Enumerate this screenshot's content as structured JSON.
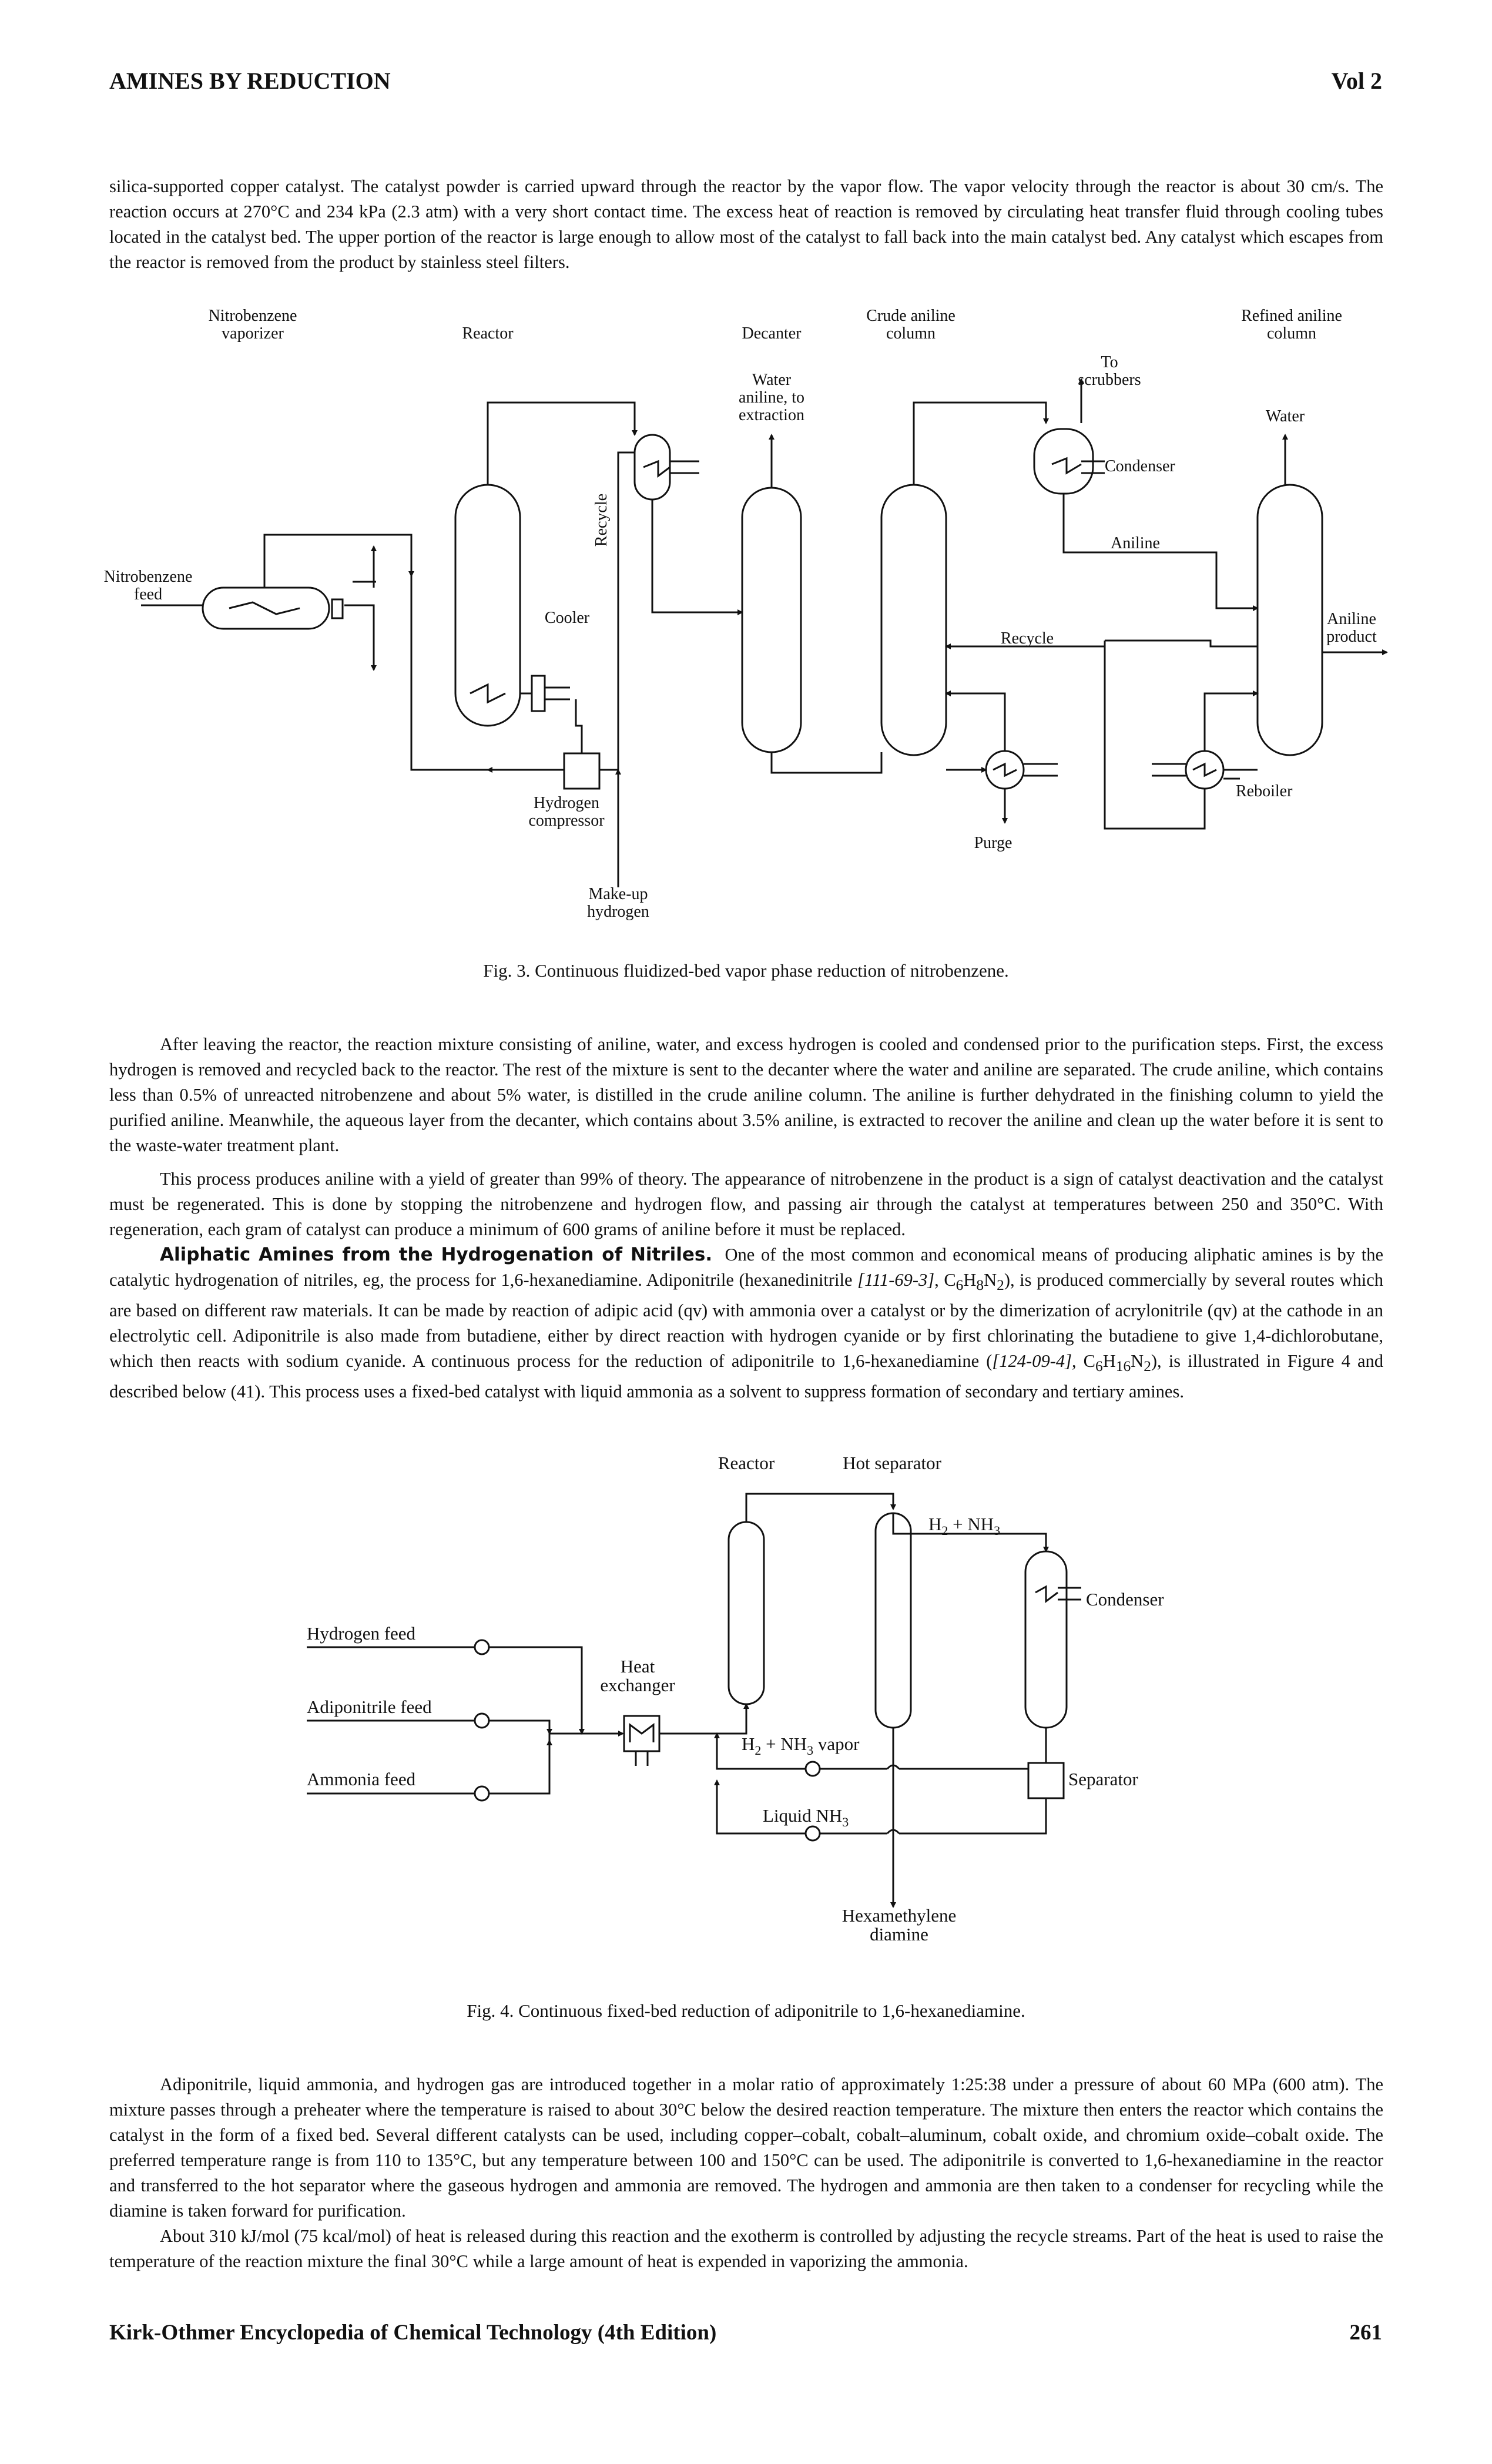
{
  "header": {
    "left": "AMINES BY REDUCTION",
    "right": "Vol 2"
  },
  "paragraphs": {
    "p1": "silica-supported copper catalyst. The catalyst powder is carried upward through the reactor by the vapor flow. The vapor velocity through the reactor is about 30 cm/s. The reaction occurs at 270°C and 234 kPa (2.3 atm) with a very short contact time. The excess heat of reaction is removed by circulating heat transfer fluid through cooling tubes located in the catalyst bed. The upper portion of the reactor is large enough to allow most of the catalyst to fall back into the main catalyst bed. Any catalyst which escapes from the reactor is removed from the product by stainless steel filters.",
    "p2": "After leaving the reactor, the reaction mixture consisting of aniline, water, and excess hydrogen is cooled and condensed prior to the purification steps. First, the excess hydrogen is removed and recycled back to the reactor. The rest of the mixture is sent to the decanter where the water and aniline are separated. The crude aniline, which contains less than 0.5% of unreacted nitrobenzene and about 5% water, is distilled in the crude aniline column. The aniline is further dehydrated in the finishing column to yield the purified aniline. Meanwhile, the aqueous layer from the decanter, which contains about 3.5% aniline, is extracted to recover the aniline and clean up the water before it is sent to the waste-water treatment plant.",
    "p3": "This process produces aniline with a yield of greater than 99% of theory. The appearance of nitrobenzene in the product is a sign of catalyst deactivation and the catalyst must be regenerated. This is done by stopping the nitrobenzene and hydrogen flow, and passing air through the catalyst at temperatures between 250 and 350°C. With regeneration, each gram of catalyst can produce a minimum of 600 grams of aniline before it must be replaced.",
    "p4_heading": "Aliphatic Amines from the Hydrogenation of Nitriles.",
    "p4_a": "One of the most common and economical means of producing aliphatic amines is by the catalytic hydrogenation of nitriles, eg, the process for 1,6-hexanediamine. Adiponitrile (hexanedinitrile ",
    "p4_cas1": "[111-69-3]",
    "p4_b": ", C",
    "p4_b_sub1": "6",
    "p4_b_h": "H",
    "p4_b_sub2": "8",
    "p4_b_n": "N",
    "p4_b_sub3": "2",
    "p4_c": "), is produced commercially by several routes which are based on different raw materials. It can be made by reaction of adipic acid (qv) with ammonia over a catalyst or by the dimerization of acrylonitrile (qv) at the cathode in an electrolytic cell. Adiponitrile is also made from butadiene, either by direct reaction with hydrogen cyanide or by first chlorinating the butadiene to give 1,4-dichlorobutane, which then reacts with sodium cyanide. A continuous process for the reduction of adiponitrile to 1,6-hexanediamine (",
    "p4_cas2": "[124-09-4]",
    "p4_d": ", C",
    "p4_d_sub1": "6",
    "p4_d_h": "H",
    "p4_d_sub2": "16",
    "p4_d_n": "N",
    "p4_d_sub3": "2",
    "p4_e": "), is illustrated in Figure 4 and described below (41). This process uses a fixed-bed catalyst with liquid ammonia as a solvent to suppress formation of secondary and tertiary amines.",
    "p5": "Adiponitrile, liquid ammonia, and hydrogen gas are introduced together in a molar ratio of approximately 1:25:38 under a pressure of about 60 MPa (600 atm). The mixture passes through a preheater where the temperature is raised to about 30°C below the desired reaction temperature. The mixture then enters the reactor which contains the catalyst in the form of a fixed bed. Several different catalysts can be used, including copper–cobalt, cobalt–aluminum, cobalt oxide, and chromium oxide–cobalt oxide. The preferred temperature range is from 110 to 135°C, but any temperature between 100 and 150°C can be used. The adiponitrile is converted to 1,6-hexanediamine in the reactor and transferred to the hot separator where the gaseous hydrogen and ammonia are removed. The hydrogen and ammonia are then taken to a condenser for recycling while the diamine is taken forward for purification.",
    "p6": "About 310 kJ/mol (75 kcal/mol) of heat is released during this reaction and the exotherm is controlled by adjusting the recycle streams. Part of the heat is used to raise the temperature of the reaction mixture the final 30°C while a large amount of heat is expended in vaporizing the ammonia."
  },
  "figure3": {
    "caption": "Fig. 3. Continuous fluidized-bed vapor phase reduction of nitrobenzene.",
    "labels": {
      "vaporizer_1": "Nitrobenzene",
      "vaporizer_2": "vaporizer",
      "reactor": "Reactor",
      "decanter": "Decanter",
      "crude_1": "Crude aniline",
      "crude_2": "column",
      "refined_1": "Refined aniline",
      "refined_2": "column",
      "feed_1": "Nitrobenzene",
      "feed_2": "feed",
      "cooler": "Cooler",
      "recycle_vertical": "Recycle",
      "water_aniline_1": "Water",
      "water_aniline_2": "aniline, to",
      "water_aniline_3": "extraction",
      "to_scrubbers_1": "To",
      "to_scrubbers_2": "scrubbers",
      "condenser": "Condenser",
      "water": "Water",
      "aniline": "Aniline",
      "recycle": "Recycle",
      "aniline_product_1": "Aniline",
      "aniline_product_2": "product",
      "reboiler": "Reboiler",
      "purge": "Purge",
      "h2_comp_1": "Hydrogen",
      "h2_comp_2": "compressor",
      "makeup_1": "Make-up",
      "makeup_2": "hydrogen"
    }
  },
  "figure4": {
    "caption": "Fig. 4. Continuous fixed-bed reduction of adiponitrile to 1,6-hexanediamine.",
    "labels": {
      "reactor": "Reactor",
      "hot_separator": "Hot separator",
      "h2_nh3_top": "H",
      "h2_nh3_top_sub": "2",
      "h2_nh3_top_plus": " + NH",
      "h2_nh3_top_sub2": "3",
      "condenser": "Condenser",
      "hydrogen_feed": "Hydrogen feed",
      "adiponitrile_feed": "Adiponitrile feed",
      "ammonia_feed": "Ammonia feed",
      "heat_ex_1": "Heat",
      "heat_ex_2": "exchanger",
      "vapor_h": "H",
      "vapor_sub": "2",
      "vapor_plus": " + NH",
      "vapor_sub2": "3",
      "vapor_word": " vapor",
      "liquid": "Liquid NH",
      "liquid_sub": "3",
      "separator": "Separator",
      "hexa_1": "Hexamethylene",
      "hexa_2": "diamine"
    }
  },
  "footer": {
    "left": "Kirk-Othmer Encyclopedia of Chemical Technology (4th Edition)",
    "right": "261"
  }
}
